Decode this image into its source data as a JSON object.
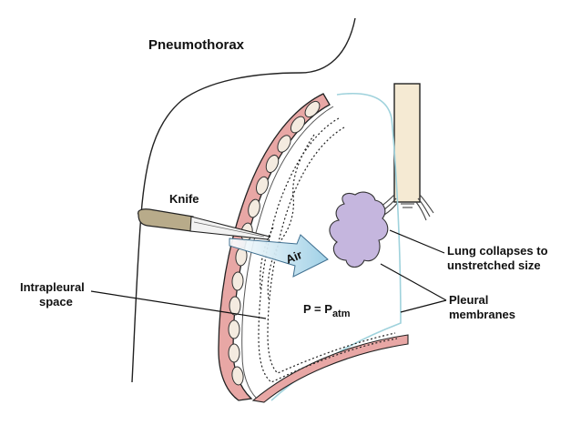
{
  "title": "Pneumothorax",
  "labels": {
    "knife": "Knife",
    "air": "Air",
    "intrapleural_line1": "Intrapleural",
    "intrapleural_line2": "space",
    "pressure_main": "P = P",
    "pressure_sub": "atm",
    "lung_line1": "Lung collapses to",
    "lung_line2": "unstretched size",
    "pleural_line1": "Pleural",
    "pleural_line2": "membranes"
  },
  "colors": {
    "chest_wall": "#e8a7a5",
    "rib": "#f4ebe0",
    "lung": "#c5b6de",
    "trachea": "#f5ead3",
    "knife_handle": "#b8ab8a",
    "air_arrow": "#9fd0e6",
    "visceral_pleura": "#9fd2dc",
    "outline": "#222222"
  }
}
